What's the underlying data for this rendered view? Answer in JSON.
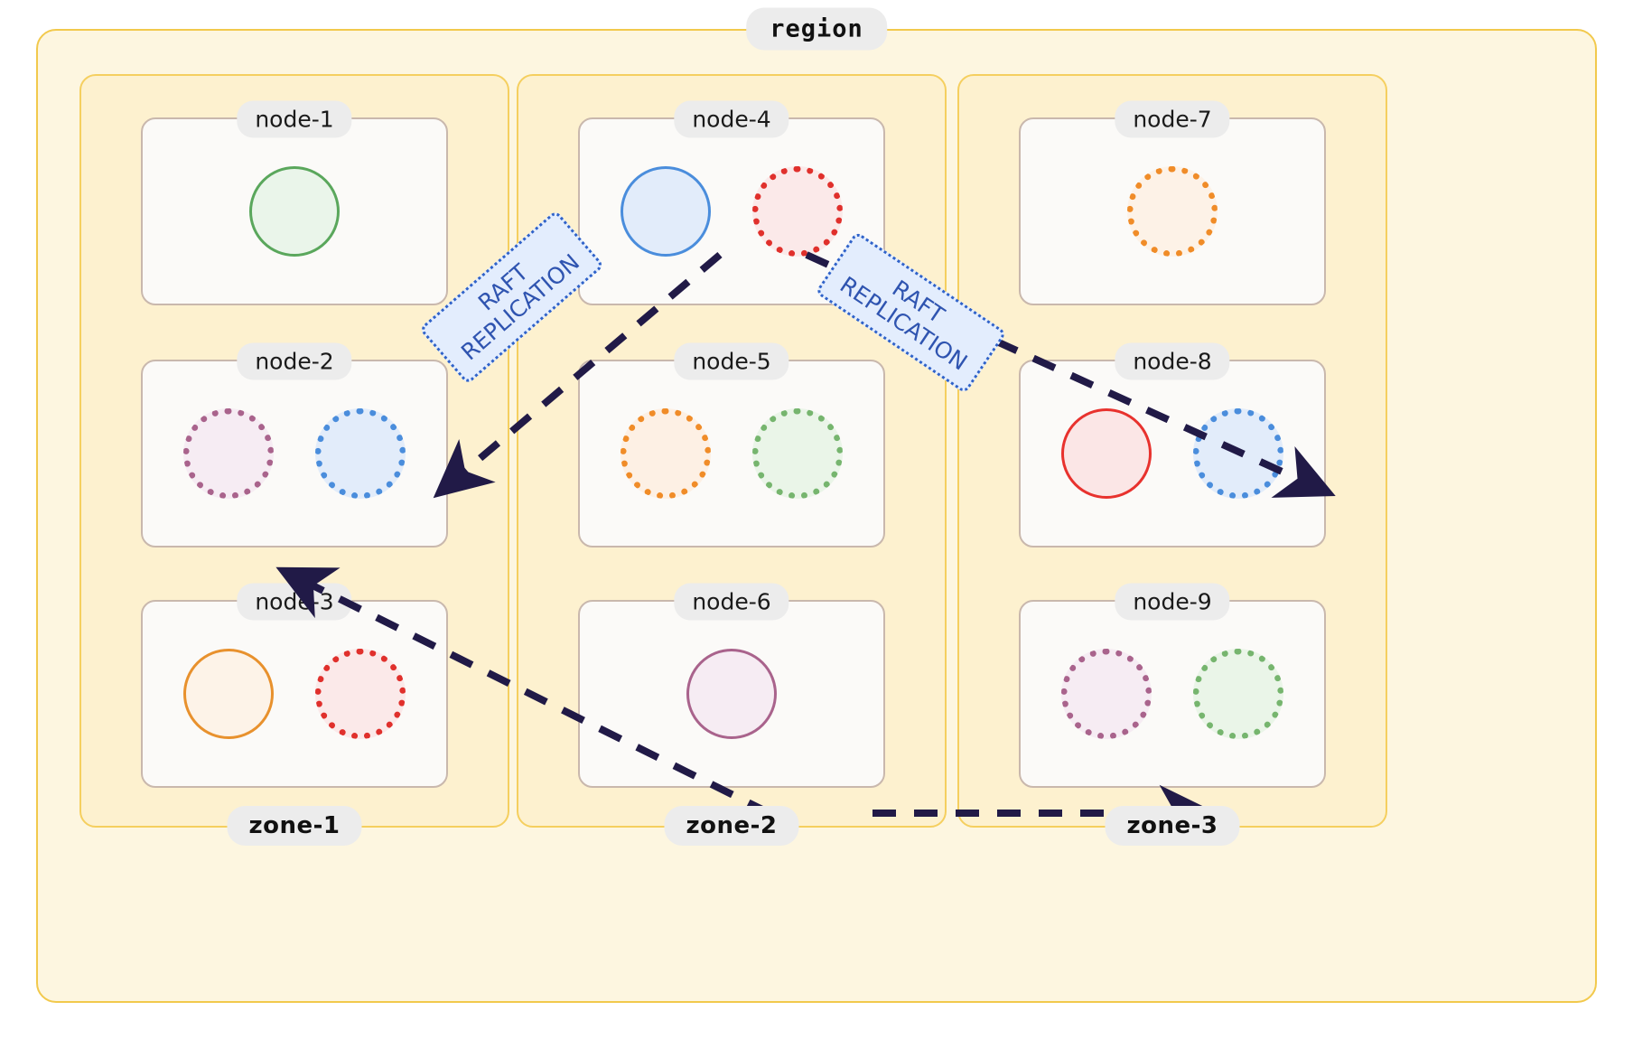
{
  "diagram": {
    "type": "raft-replication-topology",
    "region": {
      "label": "region"
    },
    "zones": [
      {
        "label": "zone-1"
      },
      {
        "label": "zone-2"
      },
      {
        "label": "zone-3"
      }
    ],
    "nodes": [
      {
        "label": "node-1",
        "zone": "zone-1",
        "replicas": [
          {
            "name": "replica-green-leader",
            "color": "#5aa75c",
            "fill": "#eaf5ea",
            "style": "solid"
          }
        ]
      },
      {
        "label": "node-2",
        "zone": "zone-1",
        "replicas": [
          {
            "name": "replica-purple-follower",
            "color": "#a9638c",
            "fill": "#f6ecf3",
            "style": "dotted"
          },
          {
            "name": "replica-blue-follower",
            "color": "#4a8ddc",
            "fill": "#e2ecfa",
            "style": "dotted"
          }
        ]
      },
      {
        "label": "node-3",
        "zone": "zone-1",
        "replicas": [
          {
            "name": "replica-orange-leader",
            "color": "#e8912d",
            "fill": "#fdf3e8",
            "style": "solid"
          },
          {
            "name": "replica-red-follower",
            "color": "#e0302c",
            "fill": "#fbe9e9",
            "style": "dotted"
          }
        ]
      },
      {
        "label": "node-4",
        "zone": "zone-2",
        "replicas": [
          {
            "name": "replica-blue-leader",
            "color": "#4a8ddc",
            "fill": "#e2ecfa",
            "style": "solid"
          },
          {
            "name": "replica-red-follower",
            "color": "#e0302c",
            "fill": "#fbe9e9",
            "style": "dotted"
          }
        ]
      },
      {
        "label": "node-5",
        "zone": "zone-2",
        "replicas": [
          {
            "name": "replica-orange-follower",
            "color": "#f08c28",
            "fill": "#fdf0e4",
            "style": "dotted"
          },
          {
            "name": "replica-green-follower",
            "color": "#76b56e",
            "fill": "#eaf5e8",
            "style": "dotted"
          }
        ]
      },
      {
        "label": "node-6",
        "zone": "zone-2",
        "replicas": [
          {
            "name": "replica-purple-leader",
            "color": "#a9638c",
            "fill": "#f6ecf3",
            "style": "solid"
          }
        ]
      },
      {
        "label": "node-7",
        "zone": "zone-3",
        "replicas": [
          {
            "name": "replica-orange-follower",
            "color": "#f08c28",
            "fill": "#fdf2e7",
            "style": "dotted"
          }
        ]
      },
      {
        "label": "node-8",
        "zone": "zone-3",
        "replicas": [
          {
            "name": "replica-red-leader",
            "color": "#e8322e",
            "fill": "#fbe6e6",
            "style": "solid"
          },
          {
            "name": "replica-blue-follower",
            "color": "#4a8ddc",
            "fill": "#e2ecfa",
            "style": "dotted"
          }
        ]
      },
      {
        "label": "node-9",
        "zone": "zone-3",
        "replicas": [
          {
            "name": "replica-purple-follower",
            "color": "#a9638c",
            "fill": "#f6ecf3",
            "style": "dotted"
          },
          {
            "name": "replica-green-follower",
            "color": "#76b56e",
            "fill": "#eaf5e8",
            "style": "dotted"
          }
        ]
      }
    ],
    "edges": [
      {
        "name": "edge-node4-to-node2",
        "from": "node-4",
        "to": "node-2",
        "label": "RAFT\nREPLICATION"
      },
      {
        "name": "edge-node4-to-node8",
        "from": "node-4",
        "to": "node-8",
        "label": "RAFT\nREPLICATION"
      },
      {
        "name": "edge-node6-to-node2",
        "from": "node-6",
        "to": "node-2",
        "label": ""
      },
      {
        "name": "edge-node6-to-node9",
        "from": "node-6",
        "to": "node-9",
        "label": ""
      }
    ],
    "edge_labels": {
      "line1": "RAFT",
      "line2": "REPLICATION"
    },
    "colors": {
      "region_fill": "#fdf6e0",
      "region_border": "#f2c94c",
      "zone_fill": "#fdf1cf",
      "zone_border": "#f5cf5f",
      "node_fill": "#fbfaf8",
      "node_border": "#c9b8ad",
      "pill_bg": "#ececec",
      "arrow": "#211a47",
      "raft_label_bg": "#e3edfd",
      "raft_label_text": "#2f54b0"
    }
  }
}
